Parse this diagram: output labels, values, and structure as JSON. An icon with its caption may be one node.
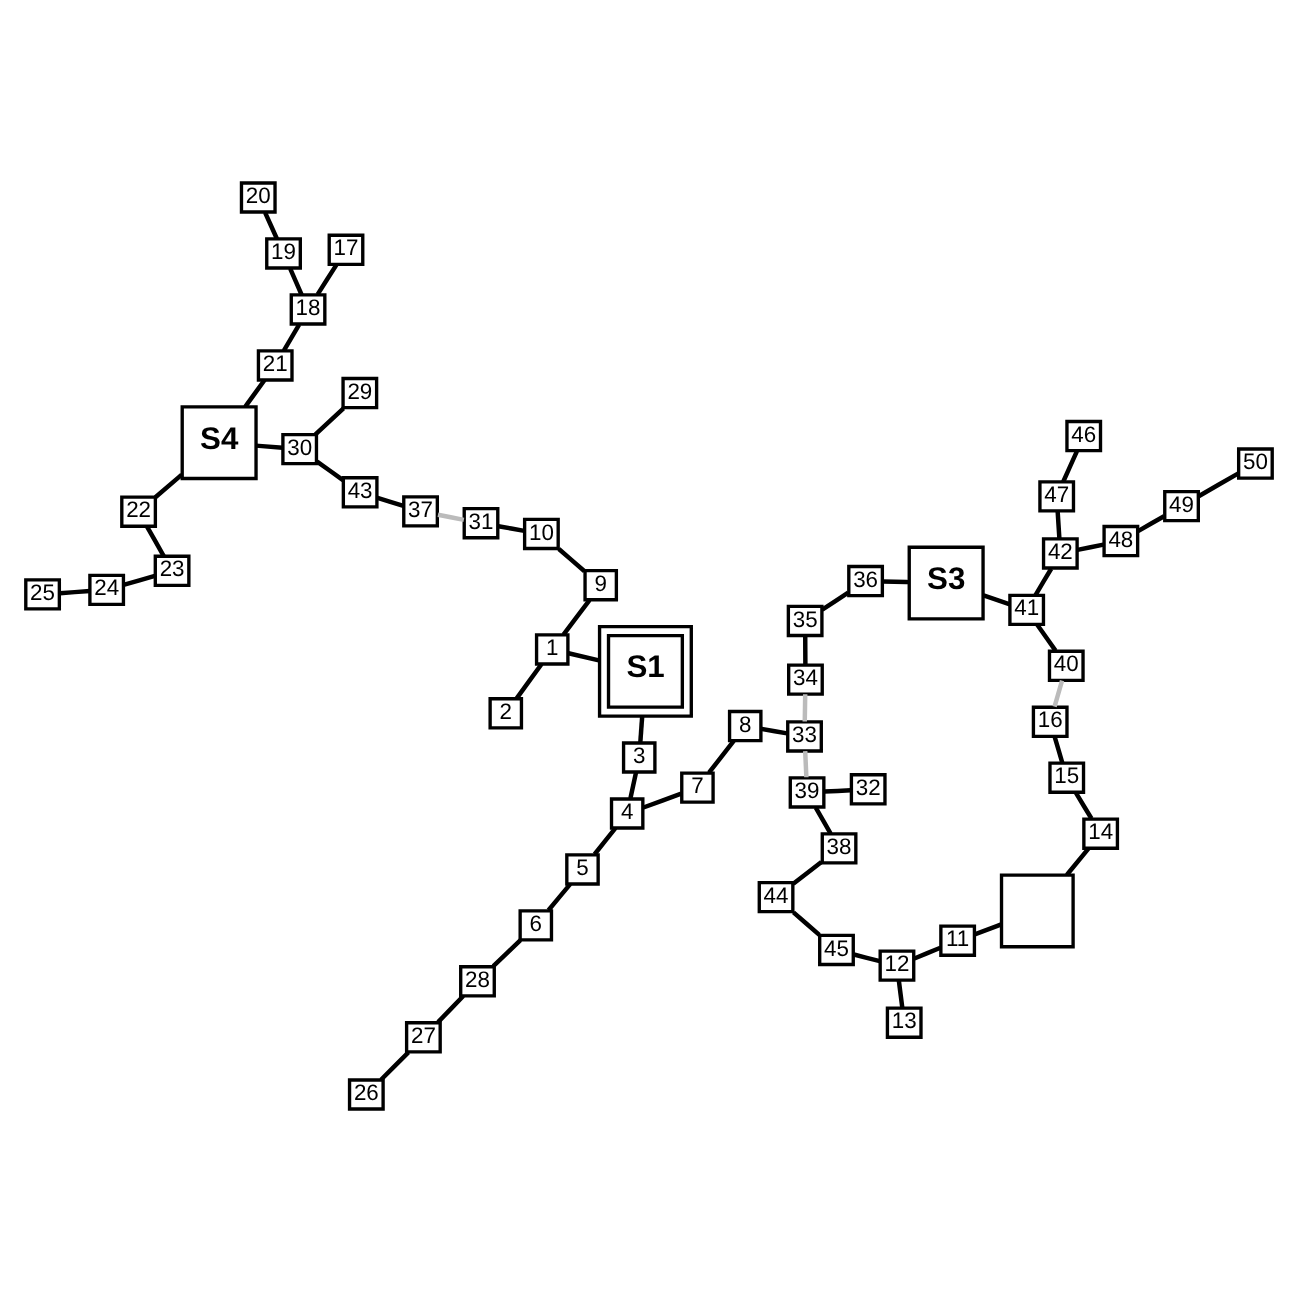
{
  "diagram": {
    "nodes": [
      {
        "text": [
          "1"
        ]
      },
      {
        "text": [
          "2"
        ]
      },
      {
        "text": [
          "3"
        ]
      },
      {
        "text": [
          "4"
        ]
      },
      {
        "text": [
          "5"
        ]
      },
      {
        "text": [
          "6"
        ]
      },
      {
        "text": [
          "7"
        ]
      },
      {
        "text": [
          "8"
        ]
      },
      {
        "text": [
          "9"
        ]
      },
      {
        "text": [
          "10"
        ]
      },
      {
        "text": [
          "11"
        ]
      },
      {
        "text": [
          "12"
        ]
      },
      {
        "text": [
          "13"
        ]
      },
      {
        "text": [
          "14"
        ]
      },
      {
        "text": [
          "15"
        ]
      },
      {
        "text": [
          "16"
        ]
      },
      {
        "text": [
          "17"
        ]
      },
      {
        "text": [
          "18"
        ]
      },
      {
        "text": [
          "19"
        ]
      },
      {
        "text": [
          "20"
        ]
      },
      {
        "text": [
          "21"
        ]
      },
      {
        "text": [
          "22"
        ]
      },
      {
        "text": [
          "23"
        ]
      },
      {
        "text": [
          "24"
        ]
      },
      {
        "text": [
          "25"
        ]
      },
      {
        "text": [
          "26"
        ]
      },
      {
        "text": [
          "27"
        ]
      },
      {
        "text": [
          "28"
        ]
      },
      {
        "text": [
          "29"
        ]
      },
      {
        "text": [
          "30"
        ]
      },
      {
        "text": [
          "31"
        ]
      },
      {
        "text": [
          "32"
        ]
      },
      {
        "text": [
          "33"
        ]
      },
      {
        "text": [
          "34"
        ]
      },
      {
        "text": [
          "35"
        ]
      },
      {
        "text": [
          "36"
        ]
      },
      {
        "text": [
          "37"
        ]
      },
      {
        "text": [
          "38"
        ]
      },
      {
        "text": [
          "39"
        ]
      },
      {
        "text": [
          "40"
        ]
      },
      {
        "text": [
          "41"
        ]
      },
      {
        "text": [
          "42"
        ]
      },
      {
        "text": [
          "43"
        ]
      },
      {
        "text": [
          "44"
        ]
      },
      {
        "text": [
          "45"
        ]
      },
      {
        "text": [
          "46"
        ]
      },
      {
        "text": [
          "47"
        ]
      },
      {
        "text": [
          "48"
        ]
      },
      {
        "text": [
          "49"
        ]
      },
      {
        "text": [
          "50"
        ]
      },
      {
        "text": [
          "S1"
        ]
      },
      {
        "text": [
          "S3"
        ]
      },
      {
        "text": [
          "S4"
        ]
      },
      {
        "text": [],
        "shape": "box"
      }
    ],
    "edges": [
      {
        "from": 50,
        "to": 0,
        "arrow": "none"
      },
      {
        "from": 50,
        "to": 2,
        "arrow": "none"
      },
      {
        "from": 0,
        "to": 8,
        "arrow": "none"
      },
      {
        "from": 0,
        "to": 1,
        "arrow": "none"
      },
      {
        "from": 2,
        "to": 3,
        "arrow": "none"
      },
      {
        "from": 3,
        "to": 6,
        "arrow": "none"
      },
      {
        "from": 3,
        "to": 4,
        "arrow": "none"
      },
      {
        "from": 4,
        "to": 5,
        "arrow": "none"
      },
      {
        "from": 5,
        "to": 27,
        "arrow": "none"
      },
      {
        "from": 27,
        "to": 26,
        "arrow": "none"
      },
      {
        "from": 26,
        "to": 25,
        "arrow": "none"
      },
      {
        "from": 6,
        "to": 7,
        "arrow": "none"
      },
      {
        "from": 7,
        "to": 32,
        "arrow": "none"
      },
      {
        "from": 32,
        "to": 38,
        "arrow": "none",
        "color": "#bbbbbb"
      },
      {
        "from": 32,
        "to": 33,
        "arrow": "none",
        "color": "#bbbbbb"
      },
      {
        "from": 33,
        "to": 34,
        "arrow": "none"
      },
      {
        "from": 34,
        "to": 35,
        "arrow": "none"
      },
      {
        "from": 35,
        "to": 51,
        "arrow": "none"
      },
      {
        "from": 51,
        "to": 40,
        "arrow": "none"
      },
      {
        "from": 40,
        "to": 39,
        "arrow": "none"
      },
      {
        "from": 39,
        "to": 15,
        "arrow": "none",
        "color": "#bbbbbb"
      },
      {
        "from": 15,
        "to": 14,
        "arrow": "none"
      },
      {
        "from": 14,
        "to": 13,
        "arrow": "none"
      },
      {
        "from": 13,
        "to": 53,
        "arrow": "none"
      },
      {
        "from": 53,
        "to": 10,
        "arrow": "none"
      },
      {
        "from": 10,
        "to": 11,
        "arrow": "none"
      },
      {
        "from": 11,
        "to": 12,
        "arrow": "none"
      },
      {
        "from": 11,
        "to": 44,
        "arrow": "none"
      },
      {
        "from": 44,
        "to": 43,
        "arrow": "none"
      },
      {
        "from": 43,
        "to": 37,
        "arrow": "none"
      },
      {
        "from": 37,
        "to": 38,
        "arrow": "none"
      },
      {
        "from": 38,
        "to": 31,
        "arrow": "none"
      },
      {
        "from": 40,
        "to": 41,
        "arrow": "none"
      },
      {
        "from": 41,
        "to": 46,
        "arrow": "none"
      },
      {
        "from": 46,
        "to": 45,
        "arrow": "none"
      },
      {
        "from": 41,
        "to": 47,
        "arrow": "none"
      },
      {
        "from": 47,
        "to": 48,
        "arrow": "none"
      },
      {
        "from": 48,
        "to": 49,
        "arrow": "none"
      },
      {
        "from": 8,
        "to": 9,
        "arrow": "none"
      },
      {
        "from": 9,
        "to": 30,
        "arrow": "none"
      },
      {
        "from": 30,
        "to": 36,
        "arrow": "none",
        "color": "#bbbbbb"
      },
      {
        "from": 36,
        "to": 42,
        "arrow": "none"
      },
      {
        "from": 42,
        "to": 29,
        "arrow": "none"
      },
      {
        "from": 29,
        "to": 28,
        "arrow": "none"
      },
      {
        "from": 29,
        "to": 52,
        "arrow": "none"
      },
      {
        "from": 52,
        "to": 20,
        "arrow": "none"
      },
      {
        "from": 52,
        "to": 21,
        "arrow": "none"
      },
      {
        "from": 20,
        "to": 17,
        "arrow": "none"
      },
      {
        "from": 17,
        "to": 18,
        "arrow": "none"
      },
      {
        "from": 18,
        "to": 19,
        "arrow": "none"
      },
      {
        "from": 17,
        "to": 16,
        "arrow": "none"
      },
      {
        "from": 21,
        "to": 22,
        "arrow": "none"
      },
      {
        "from": 22,
        "to": 23,
        "arrow": "none"
      },
      {
        "from": 23,
        "to": 24,
        "arrow": "none"
      }
    ]
  }
}
